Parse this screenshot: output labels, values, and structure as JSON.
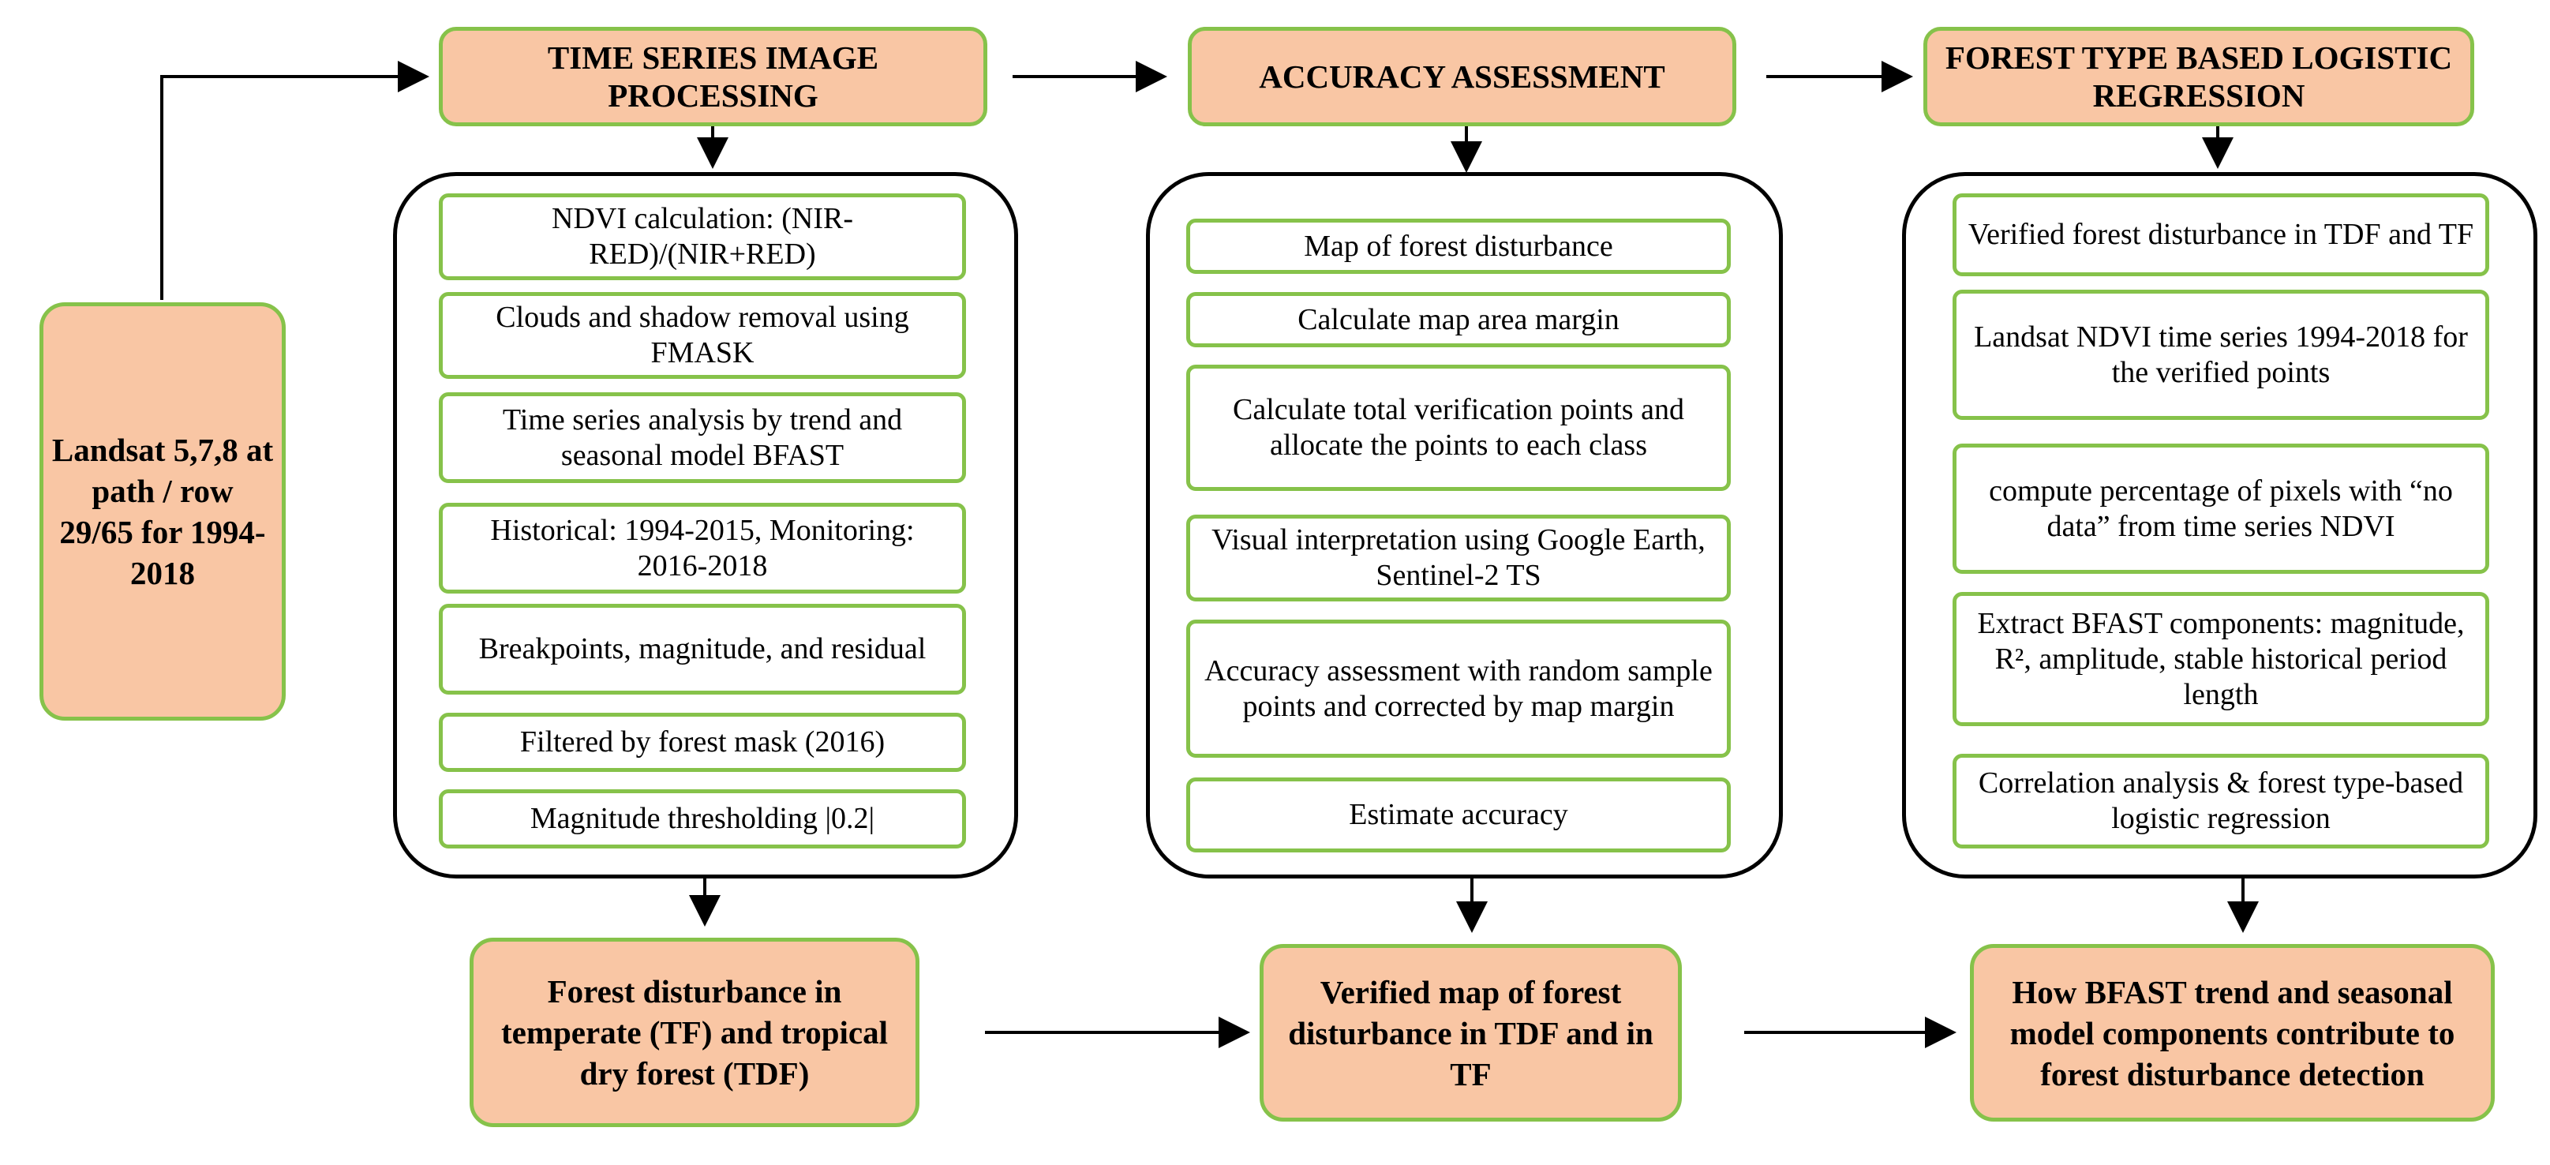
{
  "source": {
    "label": "Landsat 5,7,8 at path / row 29/65 for 1994-2018"
  },
  "column1": {
    "header": "TIME SERIES IMAGE PROCESSING",
    "steps": [
      "NDVI calculation: (NIR-RED)/(NIR+RED)",
      "Clouds and shadow removal using FMASK",
      "Time series analysis by trend and seasonal model BFAST",
      "Historical: 1994-2015, Monitoring: 2016-2018",
      "Breakpoints, magnitude, and residual",
      "Filtered by forest mask (2016)",
      "Magnitude thresholding |0.2|"
    ],
    "output": "Forest disturbance in temperate (TF) and tropical dry forest (TDF)"
  },
  "column2": {
    "header": "ACCURACY ASSESSMENT",
    "steps": [
      "Map of forest disturbance",
      "Calculate map area margin",
      "Calculate total verification points and allocate the points to each class",
      "Visual interpretation using Google Earth, Sentinel-2 TS",
      "Accuracy assessment with random sample points and corrected by map margin",
      "Estimate accuracy"
    ],
    "output": "Verified map of forest disturbance in TDF and in TF"
  },
  "column3": {
    "header": "FOREST TYPE BASED LOGISTIC REGRESSION",
    "steps": [
      "Verified forest disturbance in TDF and TF",
      "Landsat NDVI time series 1994-2018 for the verified points",
      "compute percentage of pixels with “no data” from time series NDVI",
      "Extract BFAST components: magnitude, R², amplitude, stable historical period length",
      "Correlation analysis & forest type-based logistic regression"
    ],
    "output": "How BFAST trend and seasonal model components contribute to forest disturbance detection"
  },
  "colors": {
    "box_fill": "#f9c6a4",
    "box_border": "#86c24a",
    "arrow": "#000000"
  }
}
